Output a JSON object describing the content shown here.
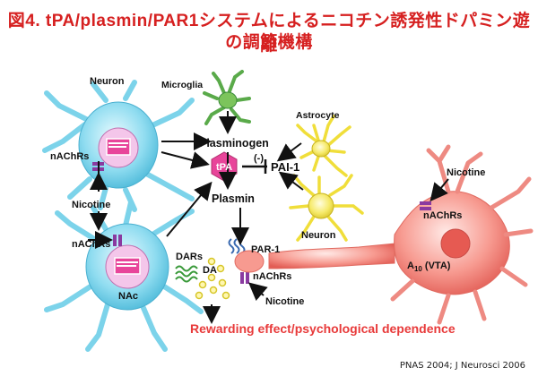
{
  "title": {
    "line1": "図4. tPA/plasmin/PAR1システムによるニコチン誘発性ドパミン遊離",
    "line2": "の調節機構"
  },
  "labels": {
    "neuron_top": "Neuron",
    "nachrs_left1": "nAChRs",
    "nicotine_left": "Nicotine",
    "nachrs_left2": "nAChRs",
    "nac": "NAc",
    "dars": "DARs",
    "da": "DA",
    "microglia": "Microglia",
    "plasminogen": "Plasminogen",
    "tpa": "tPA",
    "inhib": "(-)",
    "pai1": "PAI-1",
    "plasmin": "Plasmin",
    "astrocyte": "Astrocyte",
    "neuron_mid": "Neuron",
    "par1": "PAR-1",
    "nachrs_bottom": "nAChRs",
    "nicotine_bottom": "Nicotine",
    "nicotine_right": "Nicotine",
    "nachrs_right": "nAChRs",
    "a10_main": "A",
    "a10_sub": "10",
    "a10_tail": " (VTA)",
    "rewarding": "Rewarding effect/psychological dependence"
  },
  "reference": "PNAS 2004; J Neurosci 2006",
  "colors": {
    "title": "#d62020",
    "neuron_cyan": "#6fd0ea",
    "vta_red": "#f07070",
    "tpa_magenta": "#e8459a",
    "receptor_purple": "#8a3aa0",
    "microglia_green": "#5aaa4a",
    "astrocyte_yellow": "#f2e24a",
    "dars_green": "#3a9a3a",
    "rewarding_red": "#e83a3a"
  }
}
